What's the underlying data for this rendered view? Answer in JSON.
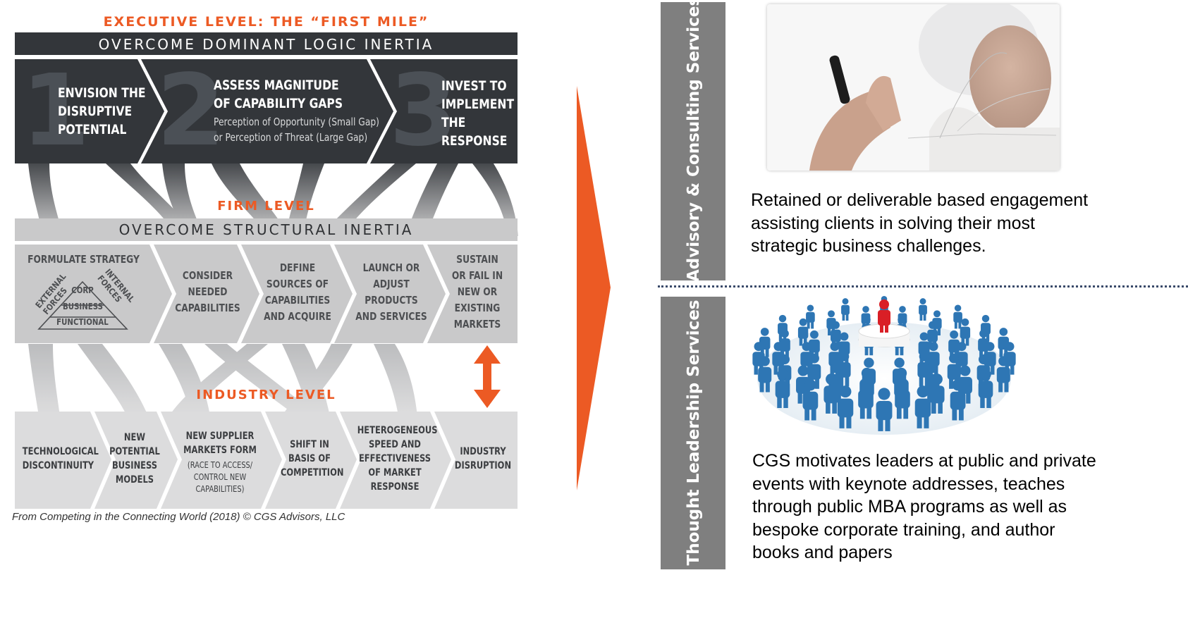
{
  "diagram": {
    "exec_header": "EXECUTIVE LEVEL: THE “FIRST MILE”",
    "exec_band": "OVERCOME DOMINANT LOGIC INERTIA",
    "exec_steps": [
      {
        "number": "1",
        "lines": [
          "ENVISION THE",
          "DISRUPTIVE",
          "POTENTIAL"
        ]
      },
      {
        "number": "2",
        "lines": [
          "ASSESS MAGNITUDE",
          "OF CAPABILITY GAPS"
        ],
        "sub": [
          "Perception of Opportunity (Small Gap)",
          "or Perception of  Threat (Large Gap)"
        ]
      },
      {
        "number": "3",
        "lines": [
          "INVEST TO",
          "IMPLEMENT",
          "THE",
          "RESPONSE"
        ]
      }
    ],
    "firm_label": "FIRM LEVEL",
    "firm_band": "OVERCOME STRUCTURAL INERTIA",
    "firm_steps": [
      {
        "lines": [
          "FORMULATE STRATEGY"
        ]
      },
      {
        "lines": [
          "CONSIDER",
          "NEEDED",
          "CAPABILITIES"
        ]
      },
      {
        "lines": [
          "DEFINE",
          "SOURCES OF",
          "CAPABILITIES",
          "AND ACQUIRE"
        ]
      },
      {
        "lines": [
          "LAUNCH OR",
          "ADJUST",
          "PRODUCTS",
          "AND SERVICES"
        ]
      },
      {
        "lines": [
          "SUSTAIN",
          "OR FAIL IN",
          "NEW OR",
          "EXISTING",
          "MARKETS"
        ]
      }
    ],
    "pyramid": {
      "external": "EXTERNAL FORCES",
      "internal": "INTERNAL FORCES",
      "levels": [
        "CORP",
        "BUSINESS",
        "FUNCTIONAL"
      ]
    },
    "industry_label": "INDUSTRY LEVEL",
    "industry_steps": [
      {
        "lines": [
          "TECHNOLOGICAL",
          "DISCONTINUITY"
        ]
      },
      {
        "lines": [
          "NEW",
          "POTENTIAL",
          "BUSINESS",
          "MODELS"
        ]
      },
      {
        "lines": [
          "NEW SUPPLIER",
          "MARKETS FORM"
        ],
        "sub": [
          "(RACE TO ACCESS/",
          "CONTROL NEW",
          "CAPABILITIES)"
        ]
      },
      {
        "lines": [
          "SHIFT IN",
          "BASIS OF",
          "COMPETITION"
        ]
      },
      {
        "lines": [
          "HETEROGENEOUS",
          "SPEED AND",
          "EFFECTIVENESS",
          "OF MARKET",
          "RESPONSE"
        ]
      },
      {
        "lines": [
          "INDUSTRY",
          "DISRUPTION"
        ]
      }
    ],
    "credit": "From Competing in the Connecting World (2018) © CGS Advisors, LLC"
  },
  "services": [
    {
      "side_label": "Advisory & Consulting Services",
      "image_icon": "consultant-drawing-photo",
      "description": "Retained or deliverable based engagement assisting clients in solving their most strategic business challenges."
    },
    {
      "side_label": "Thought Leadership Services",
      "image_icon": "leader-among-crowd-photo",
      "description": "CGS motivates leaders at public and private events with keynote addresses, teaches through public MBA programs as well as bespoke corporate training, and author books and papers"
    }
  ],
  "colors": {
    "accent_orange": "#ec5a24",
    "dark_band": "#33363a",
    "firm_gray": "#c9c9ca",
    "industry_gray": "#dcdcdd",
    "side_bar_gray": "#7f7f7f"
  }
}
